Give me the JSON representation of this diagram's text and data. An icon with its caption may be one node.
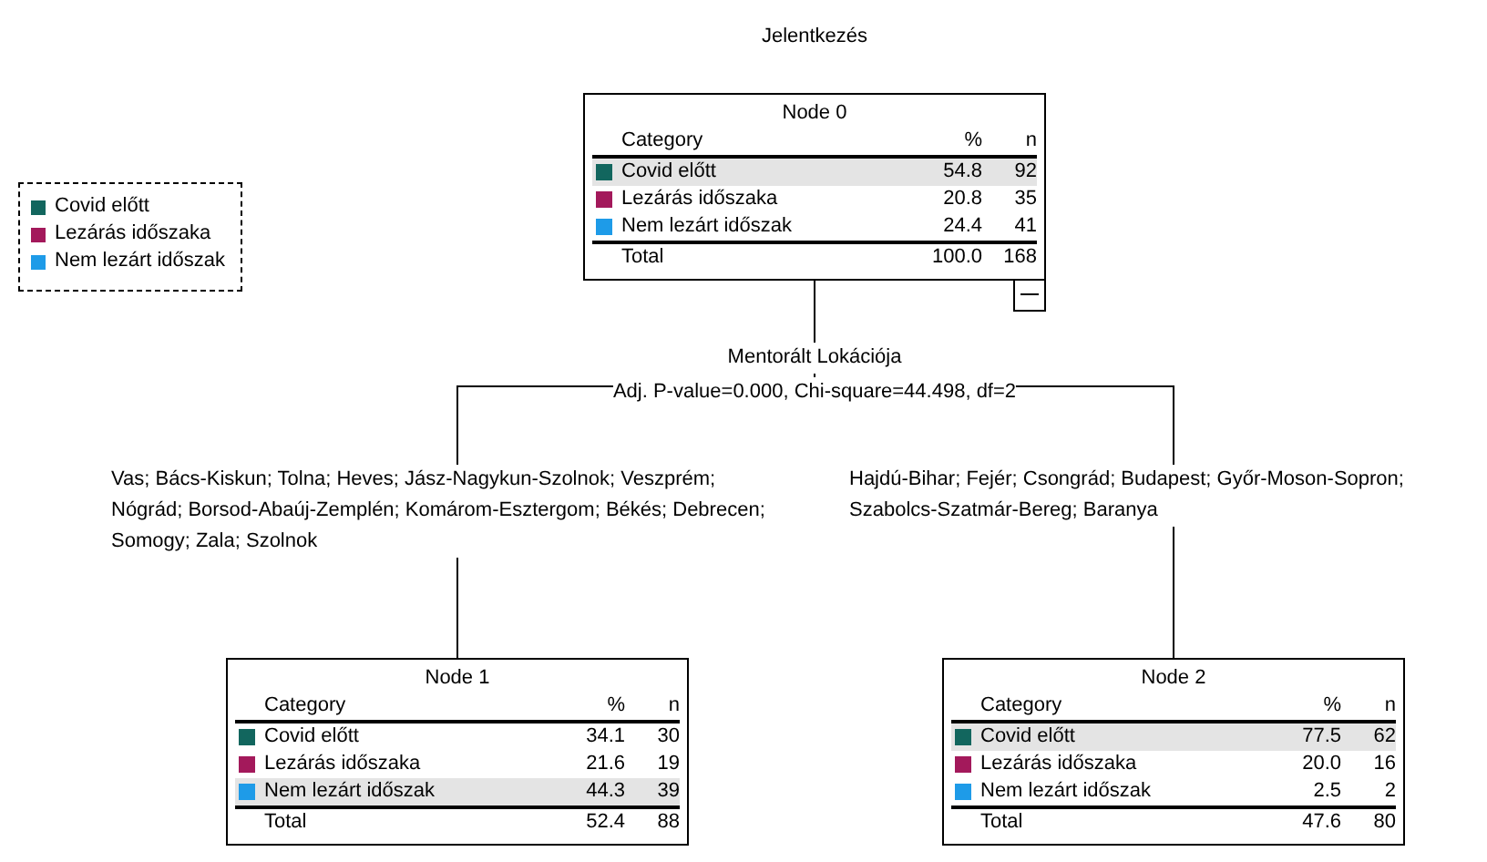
{
  "diagram": {
    "title": "Jelentkezés",
    "nodes": [
      {
        "text": [
          "Node 0",
          "Category",
          "%",
          "n",
          "Covid előtt",
          "54.8",
          "92",
          "Lezárás időszaka",
          "20.8",
          "35",
          "Nem lezárt időszak",
          "24.4",
          "41",
          "Total",
          "100.0",
          "168"
        ]
      },
      {
        "text": [
          "Node 1",
          "Category",
          "%",
          "n",
          "Covid előtt",
          "34.1",
          "30",
          "Lezárás időszaka",
          "21.6",
          "19",
          "Nem lezárt időszak",
          "44.3",
          "39",
          "Total",
          "52.4",
          "88"
        ]
      },
      {
        "text": [
          "Node 2",
          "Category",
          "%",
          "n",
          "Covid előtt",
          "77.5",
          "62",
          "Lezárás időszaka",
          "20.0",
          "16",
          "Nem lezárt időszak",
          "2.5",
          "2",
          "Total",
          "47.6",
          "80"
        ]
      }
    ],
    "edges": [
      {
        "from": 0,
        "to": 1,
        "arrow": "none",
        "label": "Vas; Bács-Kiskun; Tolna; Heves; Jász-Nagykun-Szolnok; Veszprém; Nógrád; Borsod-Abaúj-Zemplén; Komárom-Esztergom; Békés; Debrecen; Somogy; Zala; Szolnok"
      },
      {
        "from": 0,
        "to": 2,
        "arrow": "none",
        "label": "Hajdú-Bihar; Fejér; Csongrád; Budapest; Győr-Moson-Sopron; Szabolcs-Szatmár-Bereg; Baranya"
      }
    ],
    "labels": [
      "Mentorált Lokációja",
      "Adj. P-value=0.000, Chi-square=44.498, df=2"
    ],
    "legend": [
      {
        "text": "Covid előtt",
        "color": "#12665e"
      },
      {
        "text": "Lezárás időszaka",
        "color": "#a3195b"
      },
      {
        "text": "Nem lezárt időszak",
        "color": "#1e9be8"
      }
    ]
  }
}
